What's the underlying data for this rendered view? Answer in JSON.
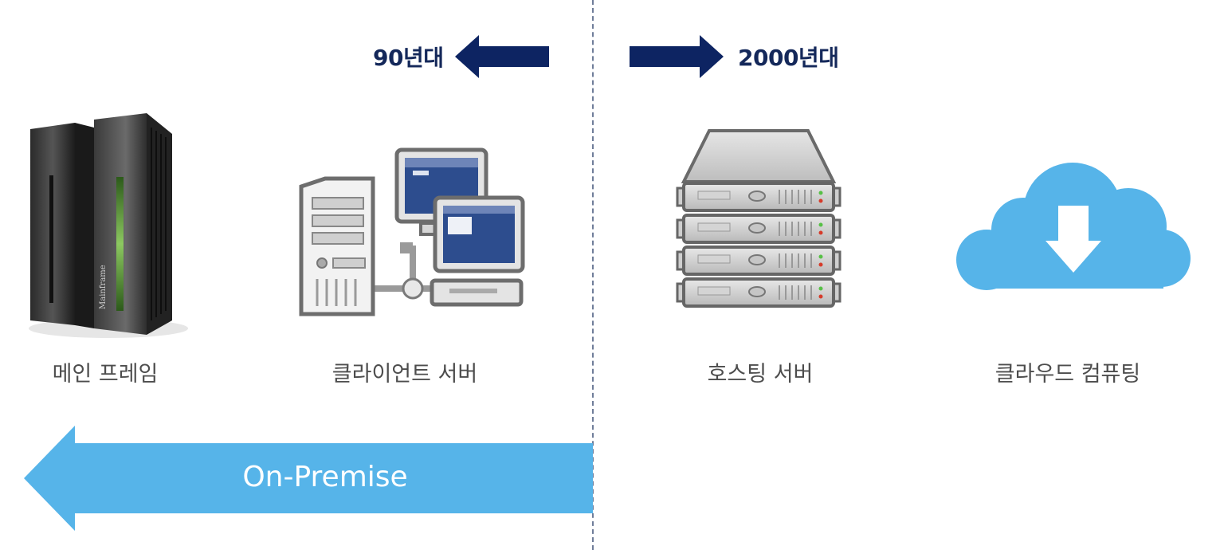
{
  "eras": {
    "left": {
      "label": "90년대",
      "direction": "left"
    },
    "right": {
      "label": "2000년대",
      "direction": "right"
    }
  },
  "items": [
    {
      "caption": "메인 프레임",
      "icon": "mainframe-icon",
      "printed_text": "Mainframe"
    },
    {
      "caption": "클라이언트 서버",
      "icon": "client-server-icon"
    },
    {
      "caption": "호스팅 서버",
      "icon": "rack-server-icon"
    },
    {
      "caption": "클라우드 컴퓨팅",
      "icon": "cloud-download-icon"
    }
  ],
  "on_premise": {
    "label": "On-Premise",
    "direction": "left"
  },
  "colors": {
    "era_arrow": "#0d2462",
    "era_text": "#14285a",
    "on_premise_arrow": "#56b4e9",
    "cloud": "#56b4e9",
    "caption_text": "#4d4d4d",
    "divider": "#6f7d99"
  }
}
